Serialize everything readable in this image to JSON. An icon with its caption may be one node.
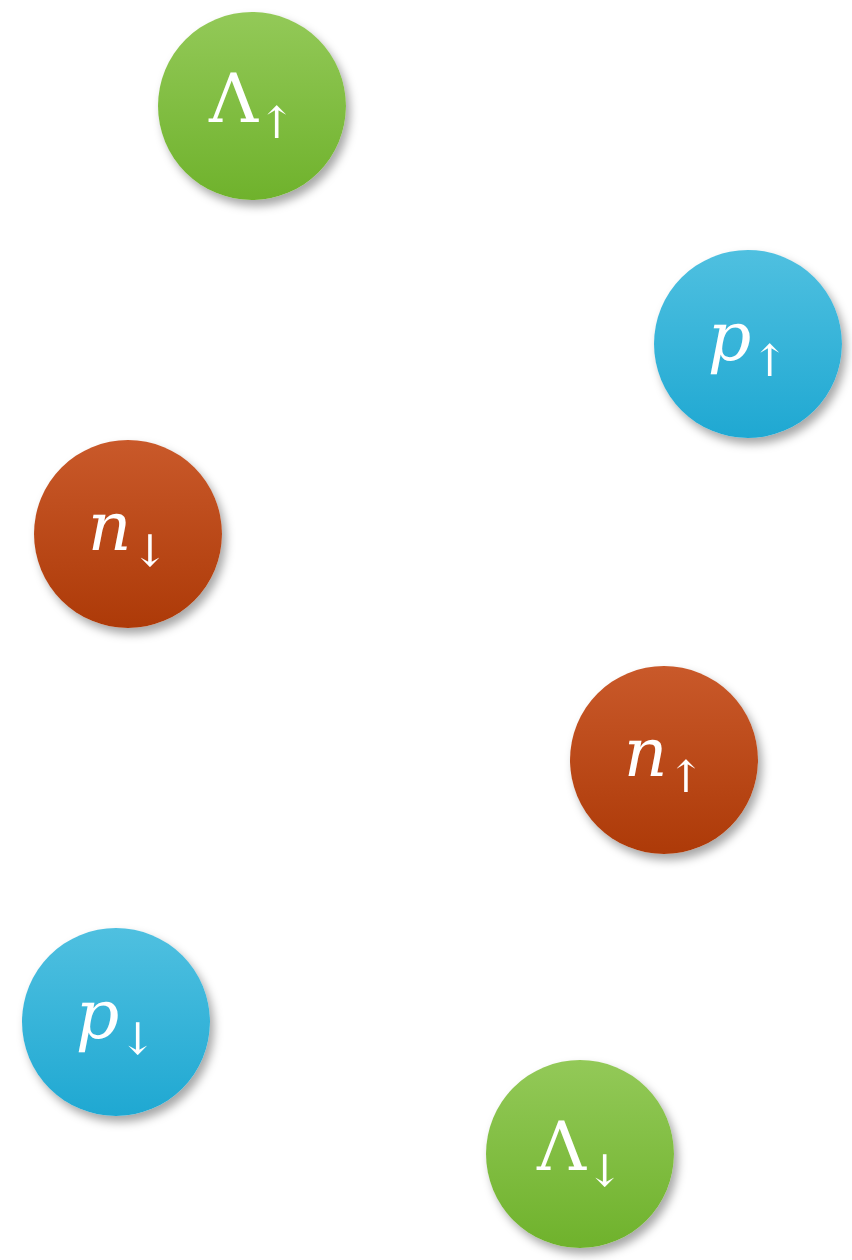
{
  "diagram": {
    "nodes": [
      {
        "text": [
          "Λ$_{↑}$"
        ]
      },
      {
        "text": [
          "*p*$_{↑}$"
        ]
      },
      {
        "text": [
          "*n*$_{↓}$"
        ]
      },
      {
        "text": [
          "*n*$_{↑}$"
        ]
      },
      {
        "text": [
          "*p*$_{↓}$"
        ]
      },
      {
        "text": [
          "Λ$_{↓}$"
        ]
      }
    ]
  }
}
